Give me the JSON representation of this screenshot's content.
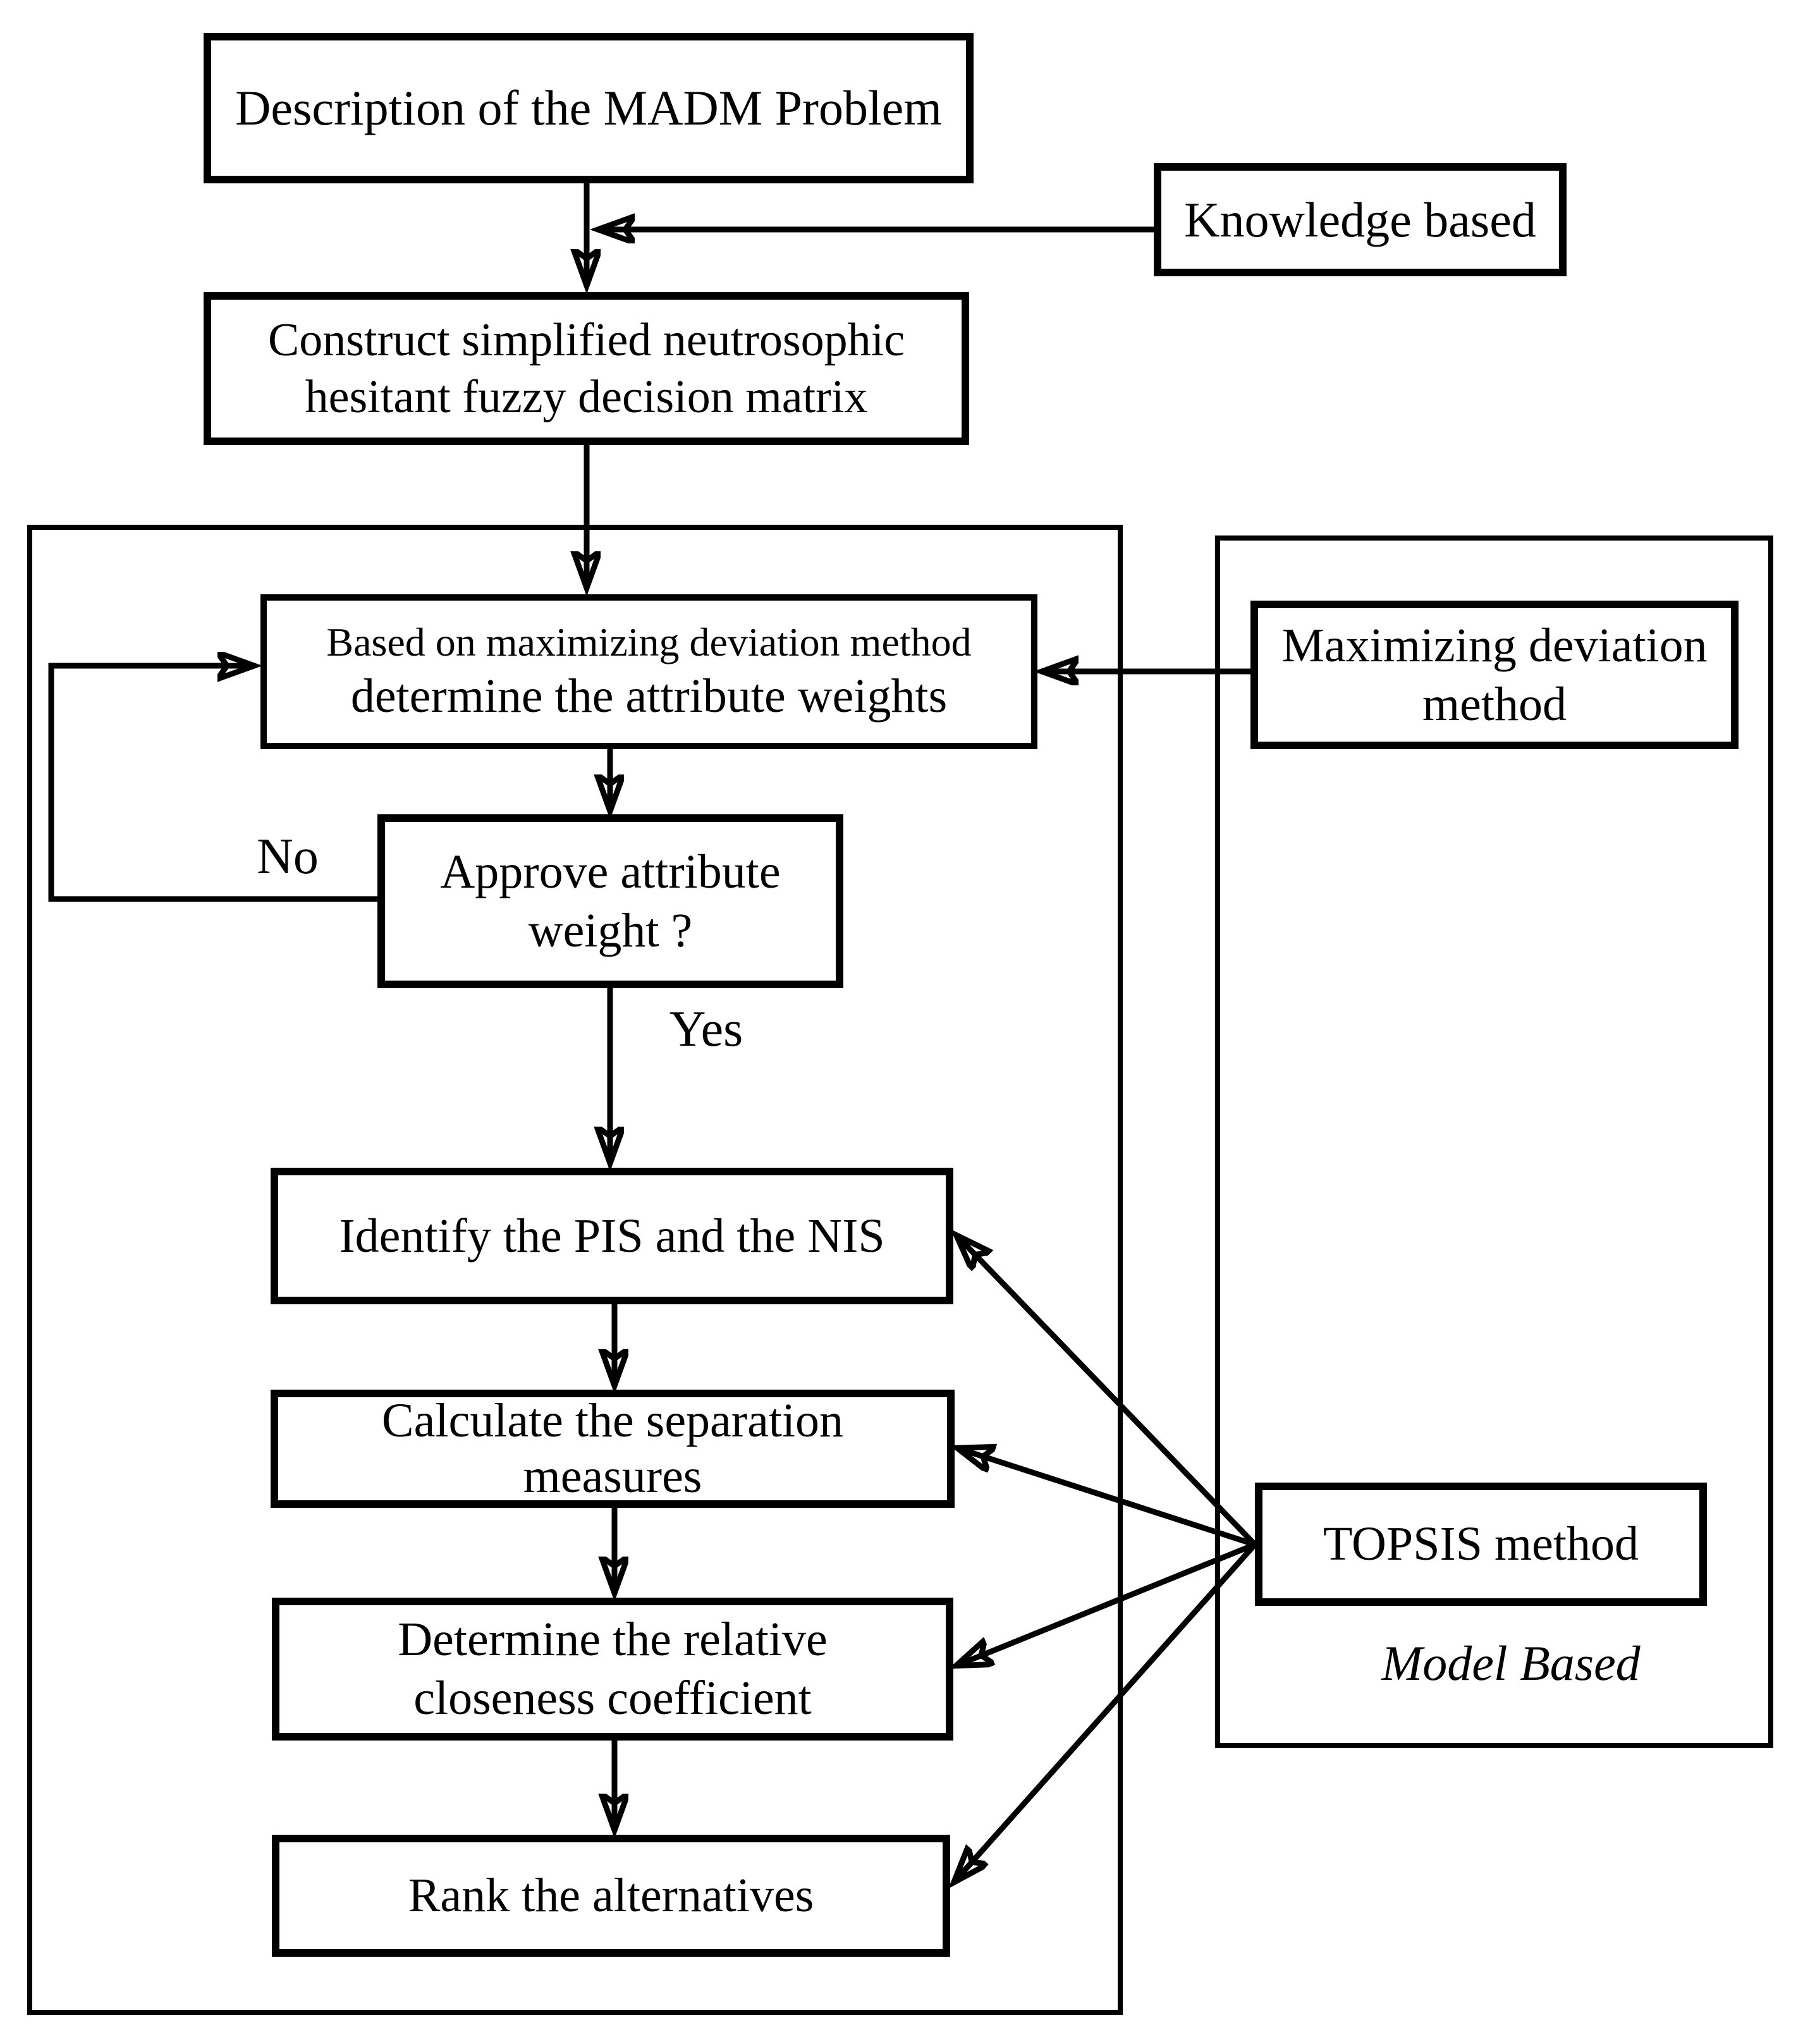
{
  "nodes": {
    "description": {
      "label": "Description of the MADM Problem"
    },
    "knowledge": {
      "label": "Knowledge based"
    },
    "construct": {
      "label": "Construct simplified neutrosophic hesitant fuzzy decision matrix"
    },
    "based": {
      "line1": "Based on maximizing deviation method",
      "line2": "determine the attribute weights"
    },
    "maxdev": {
      "label": "Maximizing deviation method"
    },
    "approve": {
      "label": "Approve attribute weight ?"
    },
    "identify": {
      "label": "Identify the PIS and the NIS"
    },
    "calculate": {
      "label": "Calculate the separation measures"
    },
    "determine": {
      "label": "Determine the relative closeness coefficient"
    },
    "rank": {
      "label": "Rank the alternatives"
    },
    "topsis": {
      "label": "TOPSIS method"
    }
  },
  "labels": {
    "no": "No",
    "yes": "Yes",
    "model_based": "Model Based"
  },
  "colors": {
    "line": "#000000",
    "background": "#ffffff"
  }
}
